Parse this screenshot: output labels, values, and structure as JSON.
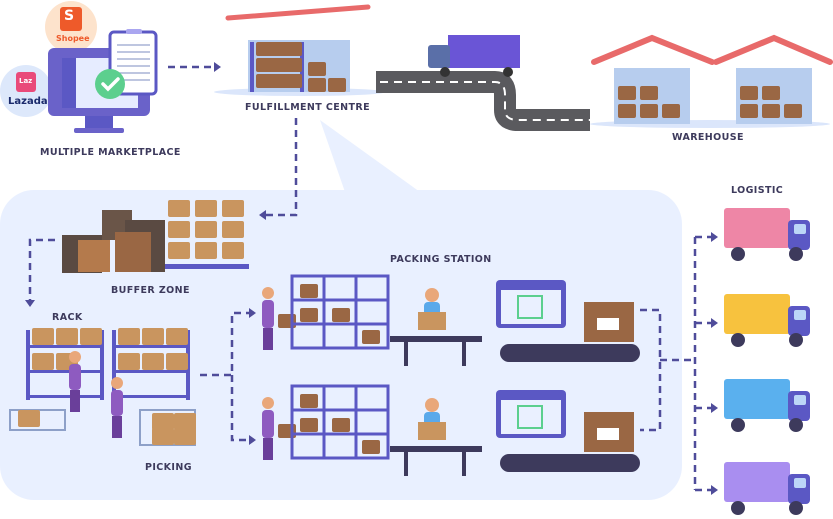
{
  "labels": {
    "marketplace": "MULTIPLE MARKETPLACE",
    "fulfillment": "FULFILLMENT CENTRE",
    "warehouse": "WAREHOUSE",
    "logistic": "LOGISTIC",
    "buffer_zone": "BUFFER ZONE",
    "rack": "RACK",
    "picking": "PICKING",
    "packing_station": "PACKING STATION"
  },
  "brands": {
    "shopee": "Shopee",
    "shopee_icon": "S",
    "lazada": "Lazada",
    "lazada_icon": "Laz"
  },
  "colors": {
    "panel": "#e9f0ff",
    "accent": "#5b58c4",
    "box": "#9a6744",
    "roof": "#e86a6a",
    "truck_pink": "#ee86a6",
    "truck_yellow": "#f7c23e",
    "truck_blue": "#5ab0ee",
    "truck_purple": "#a98ef0"
  }
}
